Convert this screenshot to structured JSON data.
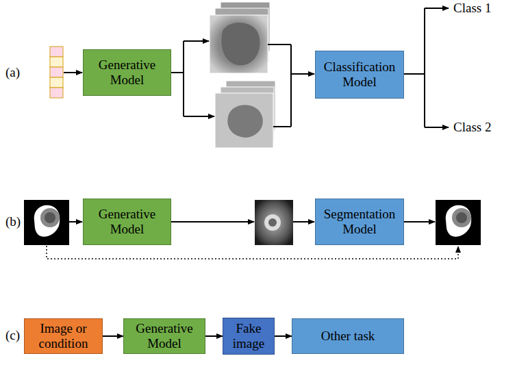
{
  "diagram": {
    "nodes": [
      {
        "text": [
          "Generative Model"
        ]
      },
      {
        "text": [
          "Classification Model"
        ]
      },
      {
        "text": [
          "Generative Model"
        ]
      },
      {
        "text": [
          "Segmentation Model"
        ]
      },
      {
        "text": [
          "Image or condition"
        ]
      },
      {
        "text": [
          "Generative Model"
        ]
      },
      {
        "text": [
          "Fake image"
        ]
      },
      {
        "text": [
          "Other task"
        ]
      }
    ],
    "edges": [
      {
        "from": 4,
        "to": 5,
        "arrow": "to"
      },
      {
        "from": 5,
        "to": 6,
        "arrow": "to"
      },
      {
        "from": 6,
        "to": 7,
        "arrow": "to"
      }
    ],
    "labels": [
      "(a)",
      "(b)",
      "(c)",
      "Class 1",
      "Class 2"
    ]
  }
}
